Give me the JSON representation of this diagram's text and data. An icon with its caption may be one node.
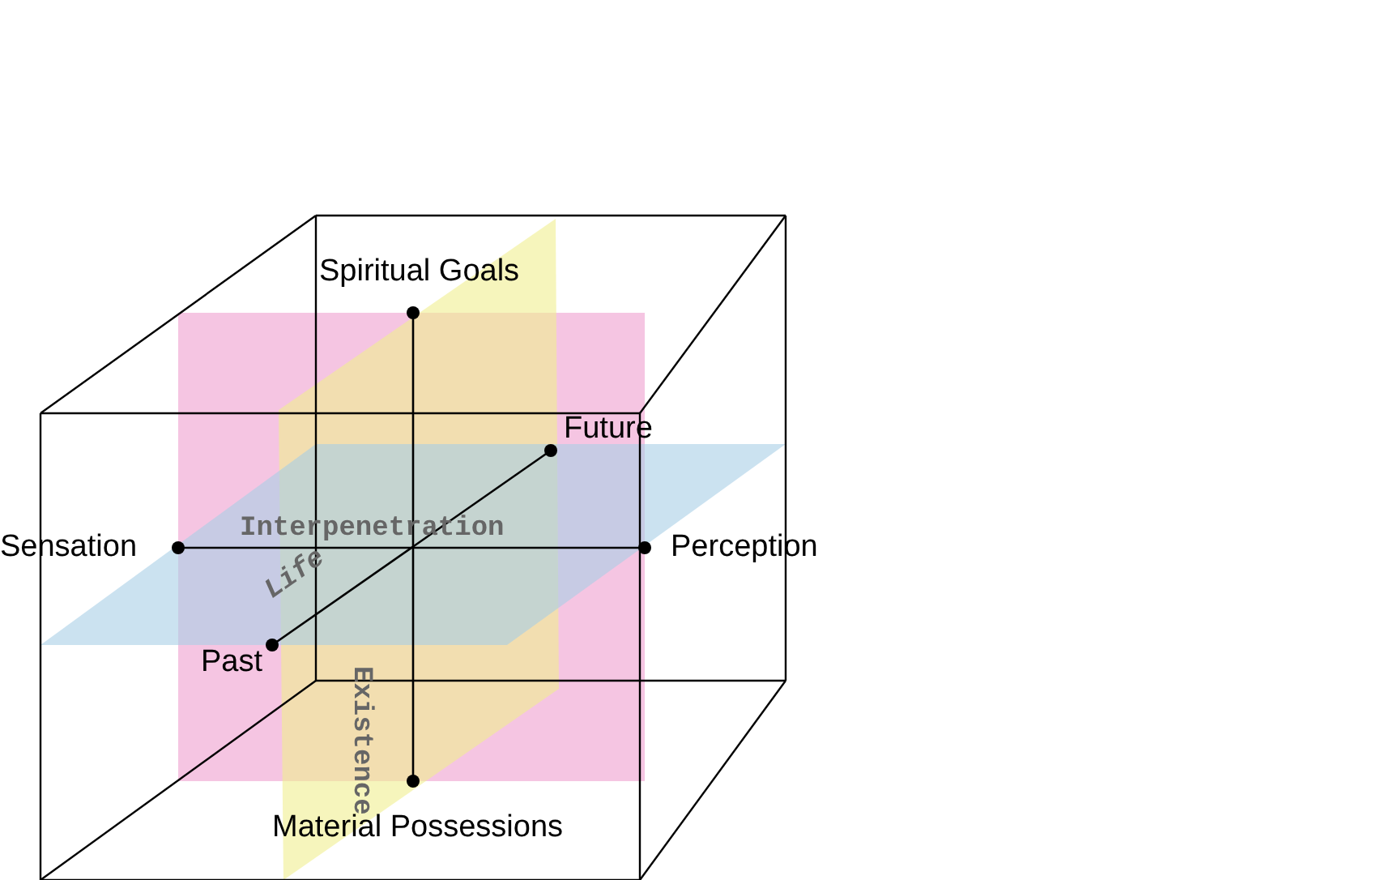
{
  "diagram": {
    "nodes": [
      {
        "text": [
          "Spiritual Goals"
        ]
      },
      {
        "text": [
          "Future"
        ]
      },
      {
        "text": [
          "Sensation"
        ]
      },
      {
        "text": [
          "Perception"
        ]
      },
      {
        "text": [
          "Past"
        ]
      },
      {
        "text": [
          "Material Possessions"
        ]
      }
    ],
    "edges": [
      {
        "from": 2,
        "to": 3,
        "arrow": "none",
        "label": "Interpenetration"
      },
      {
        "from": 4,
        "to": 1,
        "arrow": "none",
        "label": "Life"
      },
      {
        "from": 0,
        "to": 5,
        "arrow": "none",
        "label": "Existence"
      }
    ]
  }
}
